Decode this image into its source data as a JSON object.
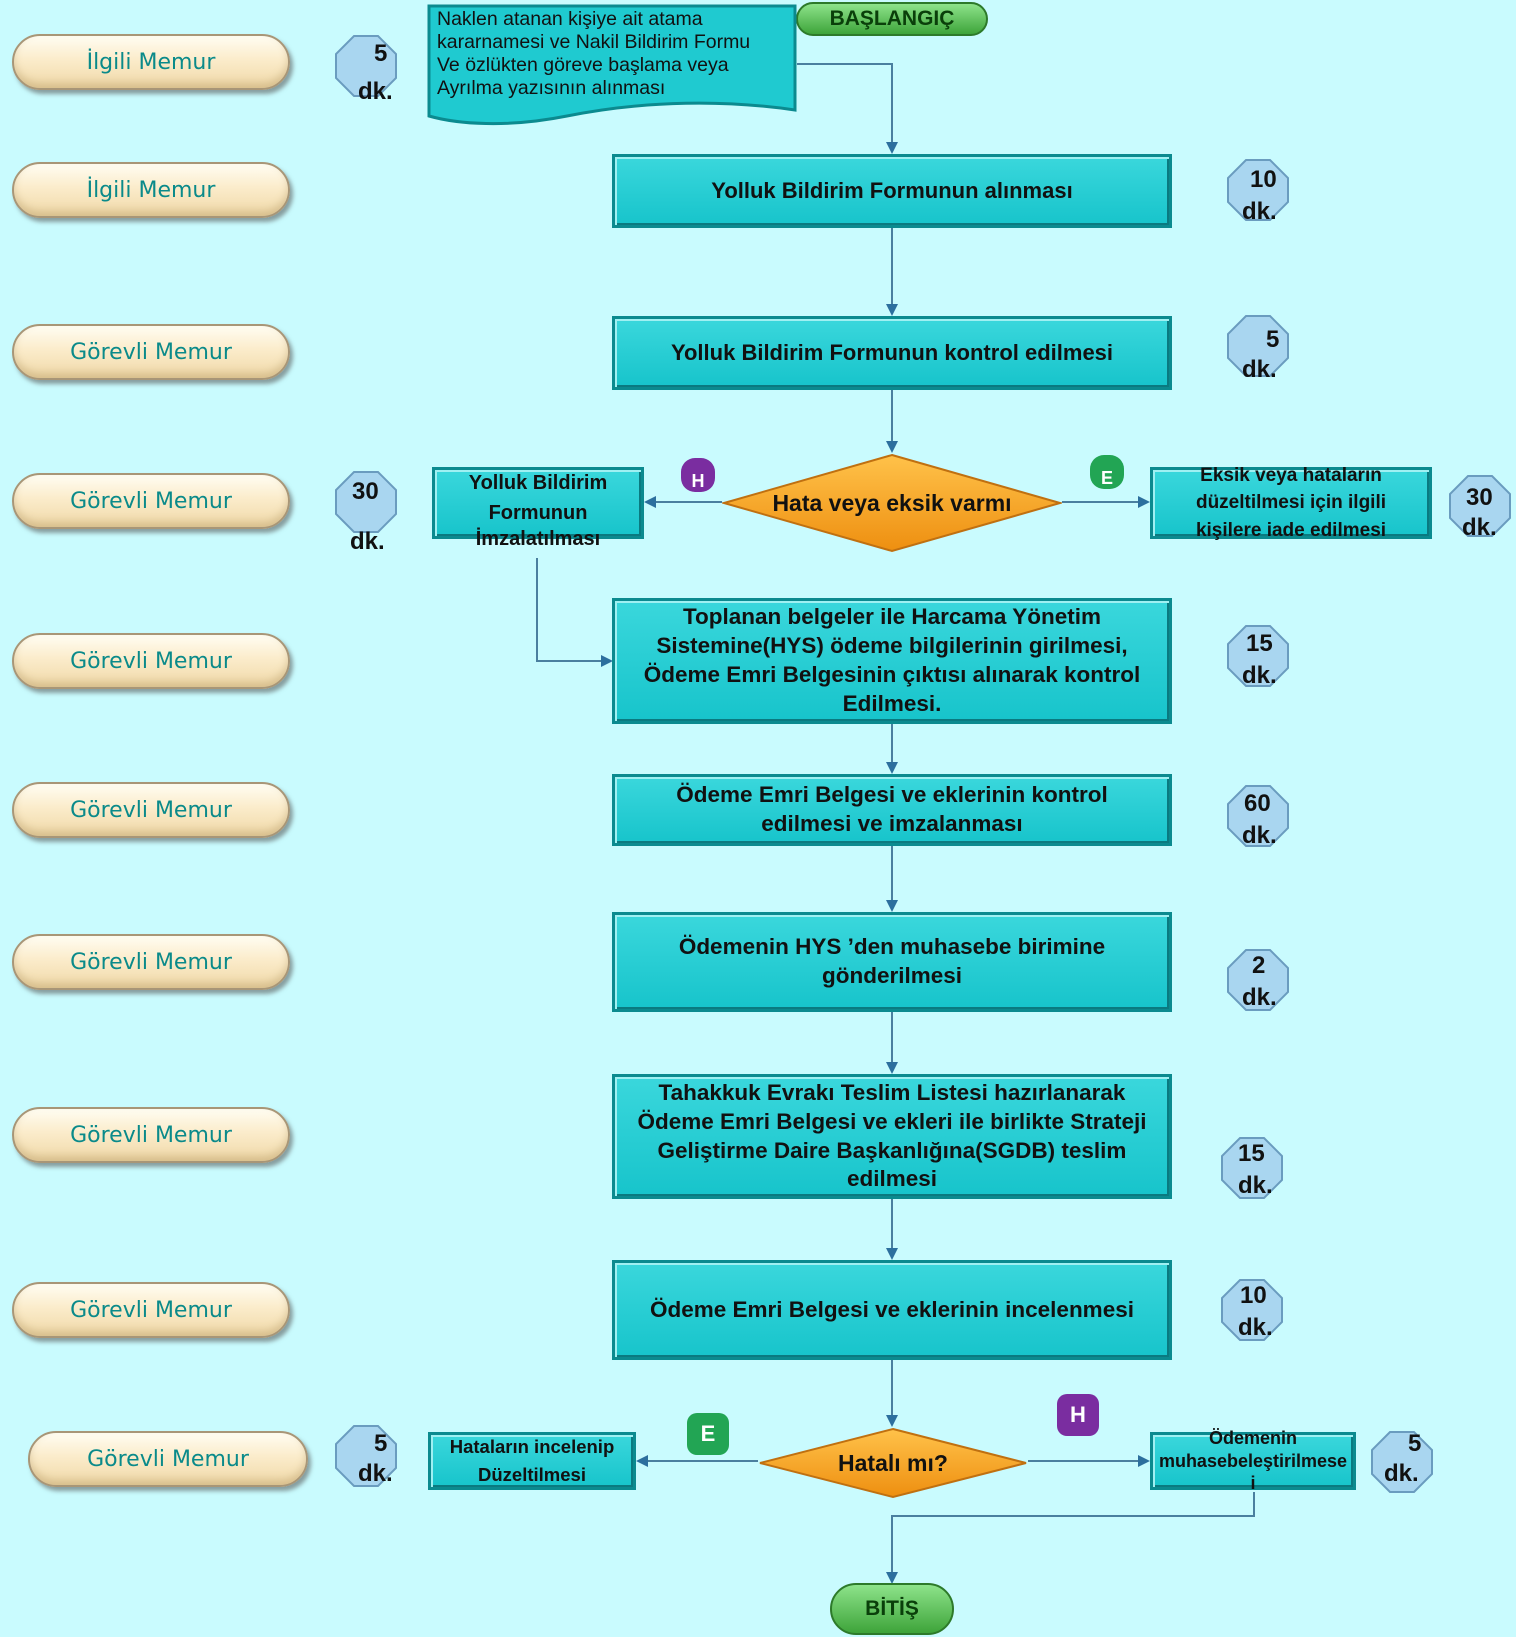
{
  "start_label": "BAŞLANGIÇ",
  "end_label": "BİTİŞ",
  "doc_text": [
    "Naklen atanan kişiye ait atama",
    "kararnamesi ve Nakil Bildirim Formu",
    "Ve özlükten göreve başlama veya",
    "Ayrılma yazısının alınması"
  ],
  "roles": [
    "İlgili Memur",
    "İlgili Memur",
    "Görevli Memur",
    "Görevli Memur",
    "Görevli Memur",
    "Görevli Memur",
    "Görevli Memur",
    "Görevli Memur",
    "Görevli Memur",
    "Görevli Memur"
  ],
  "steps": {
    "s1": [
      "Yolluk Bildirim Formunun alınması"
    ],
    "s2": [
      "Yolluk  Bildirim  Formunun  kontrol  edilmesi"
    ],
    "s3": [
      "Toplanan belgeler ile Harcama Yönetim",
      "Sistemine(HYS) ödeme bilgilerinin girilmesi,",
      "Ödeme Emri Belgesinin çıktısı alınarak kontrol",
      "Edilmesi."
    ],
    "s4": [
      "Ödeme Emri Belgesi ve eklerinin kontrol",
      "edilmesi ve imzalanması"
    ],
    "s5": [
      "Ödemenin HYS ’den muhasebe birimine",
      "gönderilmesi"
    ],
    "s6": [
      "Tahakkuk Evrakı Teslim Listesi hazırlanarak",
      "Ödeme Emri Belgesi ve ekleri ile birlikte Strateji",
      "Geliştirme Daire Başkanlığına(SGDB) teslim",
      "edilmesi"
    ],
    "s7": [
      "Ödeme Emri Belgesi ve eklerinin incelenmesi"
    ],
    "sign": [
      "Yolluk  Bildirim",
      "Formunun",
      "İmzalatılması"
    ],
    "return": [
      "Eksik   veya   hataların",
      "düzeltilmesi   için   ilgili",
      "kişilere iade edilmesi"
    ],
    "fix": [
      "Hataların  incelenip",
      "Düzeltilmesi"
    ],
    "account": [
      "Ödemenin",
      "muhasebeleştirilmese",
      "i"
    ]
  },
  "decisions": {
    "d1": "Hata veya eksik varmı",
    "d2": "Hatalı mı?"
  },
  "tags": {
    "d1_left": "H",
    "d1_right": "E",
    "d2_left": "E",
    "d2_right": "H"
  },
  "durations": {
    "doc": {
      "num": "5",
      "unit": "dk."
    },
    "s1": {
      "num": "10",
      "unit": "dk."
    },
    "s2": {
      "num": "5",
      "unit": "dk."
    },
    "sign": {
      "num": "30",
      "unit": "dk."
    },
    "return": {
      "num": "30",
      "unit": "dk."
    },
    "s3": {
      "num": "15",
      "unit": "dk."
    },
    "s4": {
      "num": "60",
      "unit": "dk."
    },
    "s5": {
      "num": "2",
      "unit": "dk."
    },
    "s6": {
      "num": "15",
      "unit": "dk."
    },
    "s7": {
      "num": "10",
      "unit": "dk."
    },
    "fix": {
      "num": "5",
      "unit": "dk."
    },
    "account": {
      "num": "5",
      "unit": "dk."
    }
  },
  "colors": {
    "background": "#c9fbfe",
    "process": "#1fcad0",
    "decision": "#f5a623",
    "start_end": "#5cc257",
    "role_text": "#0a8a8a",
    "yes_tag": "#22a554",
    "no_tag": "#7a2da0"
  }
}
